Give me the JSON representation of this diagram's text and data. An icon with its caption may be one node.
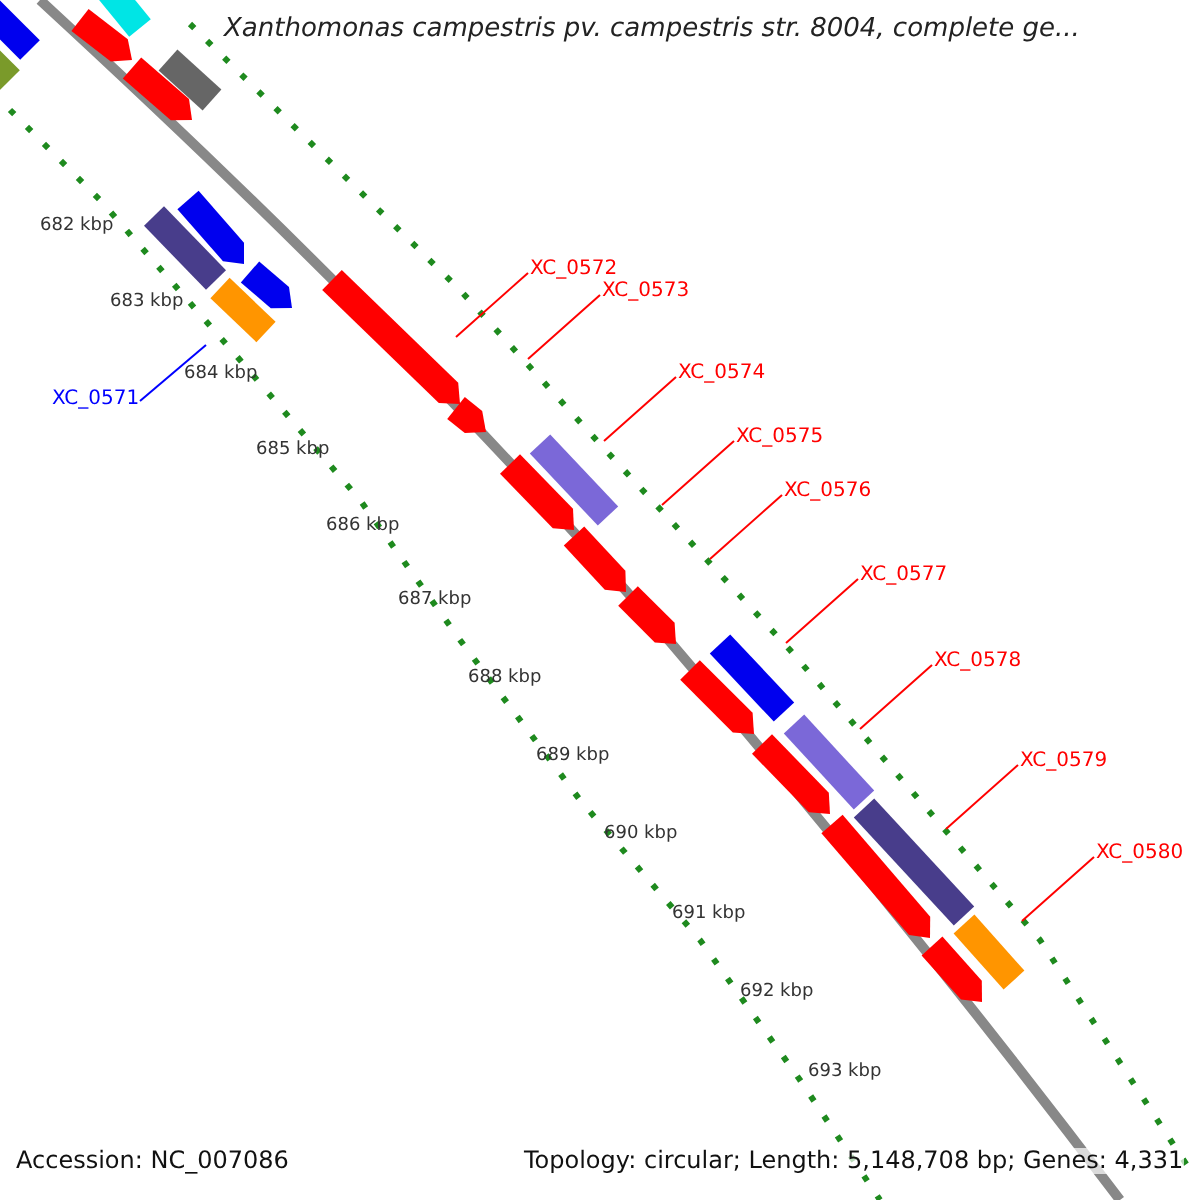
{
  "diagram": {
    "title": "Xanthomonas campestris pv. campestris str. 8004, complete ge...",
    "nodes": [
      {
        "text": [
          "XC_0571"
        ]
      },
      {
        "text": [
          "XC_0572"
        ]
      },
      {
        "text": [
          "XC_0573"
        ]
      },
      {
        "text": [
          "XC_0574"
        ]
      },
      {
        "text": [
          "XC_0575"
        ]
      },
      {
        "text": [
          "XC_0576"
        ]
      },
      {
        "text": [
          "XC_0577"
        ]
      },
      {
        "text": [
          "XC_0578"
        ]
      },
      {
        "text": [
          "XC_0579"
        ]
      },
      {
        "text": [
          "XC_0580"
        ]
      }
    ],
    "edges": [
      {
        "from": 0,
        "to": null,
        "arrow": "none",
        "color": "#0000ff"
      },
      {
        "from": 1,
        "to": null,
        "arrow": "none"
      },
      {
        "from": 2,
        "to": null,
        "arrow": "none"
      },
      {
        "from": 3,
        "to": null,
        "arrow": "none"
      },
      {
        "from": 4,
        "to": null,
        "arrow": "none"
      },
      {
        "from": 5,
        "to": null,
        "arrow": "none"
      },
      {
        "from": 6,
        "to": null,
        "arrow": "none"
      },
      {
        "from": 7,
        "to": null,
        "arrow": "none"
      },
      {
        "from": 8,
        "to": null,
        "arrow": "none"
      },
      {
        "from": 9,
        "to": null,
        "arrow": "none"
      }
    ],
    "labels": [
      "682 kbp",
      "683 kbp",
      "684 kbp",
      "685 kbp",
      "686 kbp",
      "687 kbp",
      "688 kbp",
      "689 kbp",
      "690 kbp",
      "691 kbp",
      "692 kbp",
      "693 kbp",
      "Accession: NC_007086",
      "Topology: circular; Length: 5,148,708 bp; Genes: 4,331"
    ]
  }
}
